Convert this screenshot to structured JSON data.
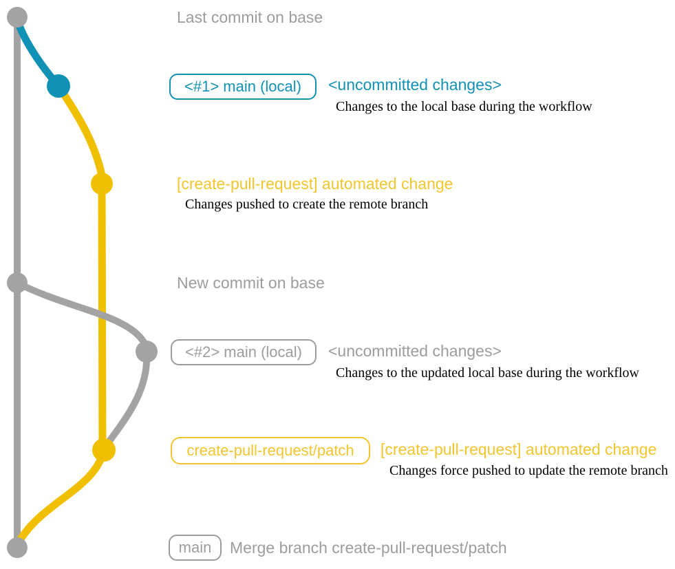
{
  "colors": {
    "background": "#FFFFFF",
    "base_gray": "#A3A3A3",
    "local_teal": "#1191B5",
    "pr_yellow": "#F0C000",
    "pr_yellow_text": "#F2C52E",
    "label_gray": "#9C9C9C",
    "desc_black": "#000000"
  },
  "diagram": {
    "base_branch": {
      "last_commit_label": "Last commit on base",
      "new_commit_label": "New commit on base",
      "merge_commit": {
        "badge": "main",
        "message": "Merge branch create-pull-request/patch"
      }
    },
    "local_main": {
      "first": {
        "badge": "<#1> main (local)",
        "tag": "<uncommitted changes>",
        "desc": "Changes to the local base during the workflow"
      },
      "second": {
        "badge": "<#2> main (local)",
        "tag": "<uncommitted changes>",
        "desc": "Changes to the updated local base during the workflow"
      }
    },
    "pr_branch": {
      "first": {
        "title": "[create-pull-request] automated change",
        "desc": "Changes pushed to create the remote branch"
      },
      "second": {
        "badge": "create-pull-request/patch",
        "title": "[create-pull-request] automated change",
        "desc": "Changes force pushed to update the remote branch"
      }
    }
  }
}
